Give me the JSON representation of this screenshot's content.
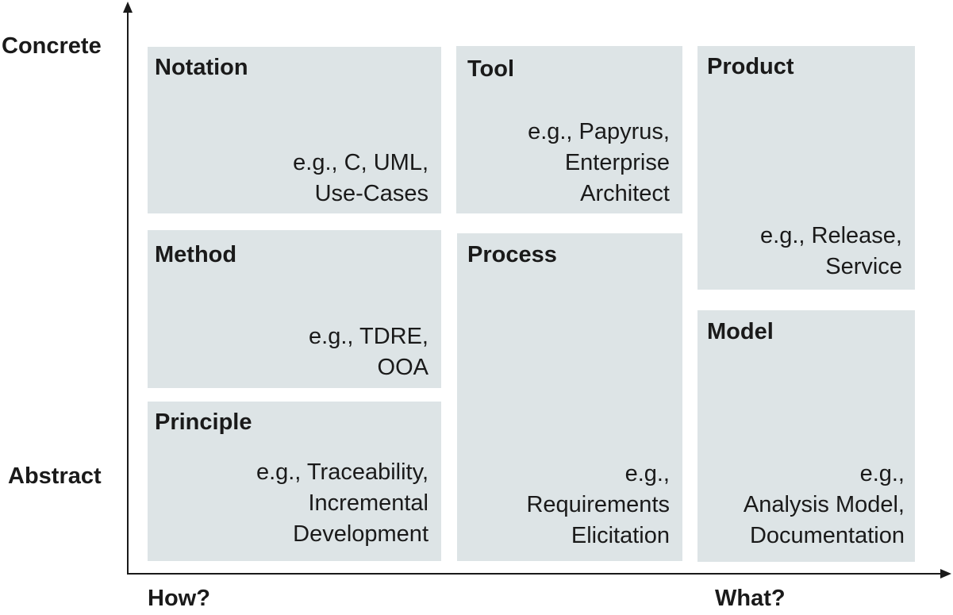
{
  "axes": {
    "y_top_label": "Concrete",
    "y_bottom_label": "Abstract",
    "x_left_label": "How?",
    "x_right_label": "What?"
  },
  "boxes": {
    "notation": {
      "title": "Notation",
      "examples": [
        "e.g., C, UML,",
        "Use-Cases"
      ]
    },
    "tool": {
      "title": "Tool",
      "examples": [
        "e.g., Papyrus,",
        "Enterprise",
        "Architect"
      ]
    },
    "product": {
      "title": "Product",
      "examples": [
        "e.g., Release,",
        "Service"
      ]
    },
    "method": {
      "title": "Method",
      "examples": [
        "e.g., TDRE,",
        "OOA"
      ]
    },
    "process": {
      "title": "Process",
      "examples": [
        "e.g.,",
        "Requirements",
        "Elicitation"
      ]
    },
    "model": {
      "title": "Model",
      "examples": [
        "e.g.,",
        "Analysis Model,",
        "Documentation"
      ]
    },
    "principle": {
      "title": "Principle",
      "examples": [
        "e.g., Traceability,",
        "Incremental",
        "Development"
      ]
    }
  },
  "colors": {
    "box_fill": "#dde4e6",
    "axis": "#1a1a1a",
    "text": "#1a1a1a"
  }
}
